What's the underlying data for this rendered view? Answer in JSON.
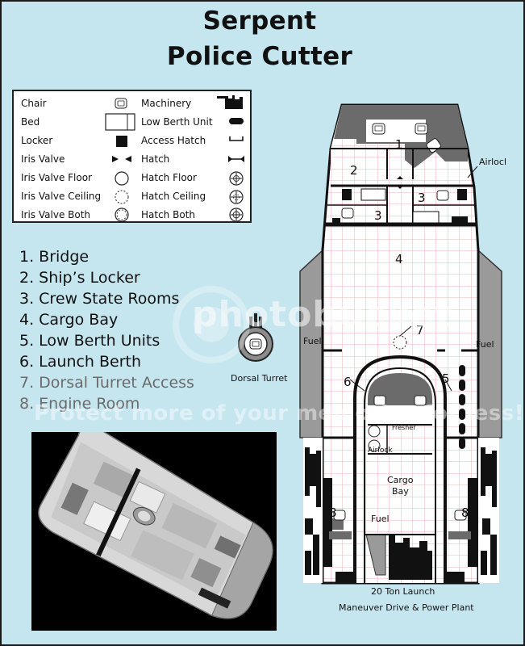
{
  "title_line1": "Serpent",
  "title_line2": "Police Cutter",
  "legend": {
    "chair": "Chair",
    "bed": "Bed",
    "locker": "Locker",
    "iris_valve": "Iris Valve",
    "iris_valve_floor": "Iris Valve Floor",
    "iris_valve_ceiling": "Iris Valve Ceiling",
    "iris_valve_both": "Iris Valve Both",
    "machinery": "Machinery",
    "low_berth_unit": "Low Berth Unit",
    "access_hatch": "Access Hatch",
    "hatch": "Hatch",
    "hatch_floor": "Hatch Floor",
    "hatch_ceiling": "Hatch Ceiling",
    "hatch_both": "Hatch Both"
  },
  "rooms": [
    "1. Bridge",
    "2. Ship’s Locker",
    "3. Crew State Rooms",
    "4. Cargo Bay",
    "5. Low Berth Units",
    "6. Launch Berth",
    "7. Dorsal Turret Access",
    "8. Engine Room"
  ],
  "plan": {
    "n1": "1",
    "n2": "2",
    "n3a": "3",
    "n3b": "3",
    "n4": "4",
    "n5": "5",
    "n6": "6",
    "n7": "7",
    "n8a": "8",
    "n8b": "8",
    "airlock_top": "Airlock",
    "fuel_left": "Fuel",
    "fuel_right": "Fuel",
    "fresher": "Fresher",
    "airlock_inner": "Airlock",
    "cargo_bay_1": "Cargo",
    "cargo_bay_2": "Bay",
    "fuel_launch": "Fuel",
    "launch": "20 Ton Launch",
    "drive": "Maneuver Drive & Power Plant"
  },
  "turret_label": "Dorsal Turret",
  "watermark": {
    "brand": "photobucket",
    "tagline": "Protect more of your memories for less!"
  },
  "colors": {
    "background": "#c6e6ef",
    "grid_line": "#e8a0a8",
    "hull_grey": "#8c8c8c",
    "dark_grey": "#555555"
  }
}
